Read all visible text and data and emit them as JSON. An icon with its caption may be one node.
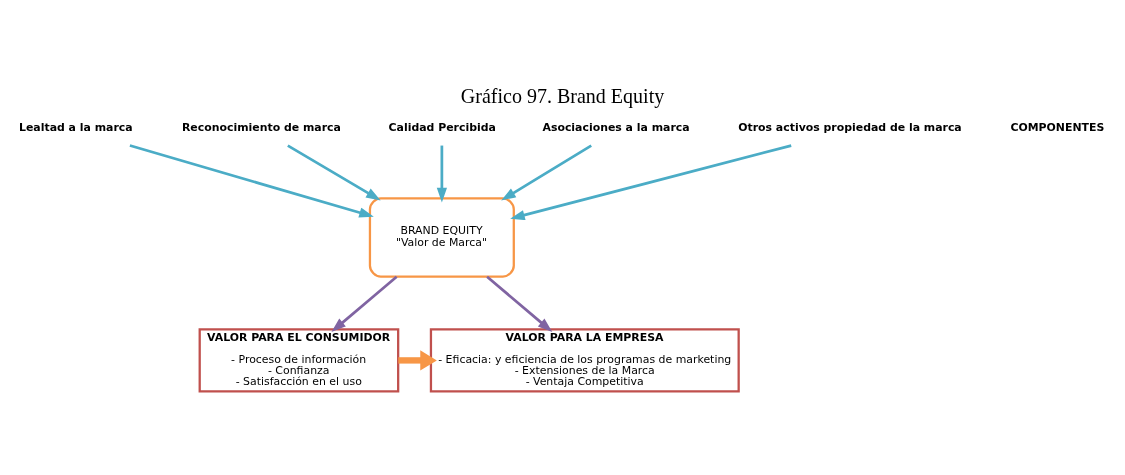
{
  "diagram": {
    "title": "Gráfico 97. Brand Equity",
    "nodes": [
      {
        "text": [
          "Lealtad a la marca"
        ]
      },
      {
        "text": [
          "Reconocimiento de marca"
        ]
      },
      {
        "text": [
          "Calidad Percibida"
        ]
      },
      {
        "text": [
          "Asociaciones a la marca"
        ]
      },
      {
        "text": [
          "Otros activos propiedad de la marca"
        ]
      },
      {
        "text": [
          "BRAND EQUITY",
          "\"Valor de Marca\""
        ]
      },
      {
        "text": [
          "VALOR PARA EL CONSUMIDOR",
          "- Proceso de información",
          "- Confianza",
          "- Satisfacción en el uso"
        ]
      },
      {
        "text": [
          "VALOR PARA LA EMPRESA",
          "- Eficacia: y eficiencia de los programas de marketing",
          "- Extensiones de la Marca",
          "- Ventaja Competitiva"
        ]
      }
    ],
    "edges": [
      {
        "from": 0,
        "to": 5,
        "arrow": "to"
      },
      {
        "from": 1,
        "to": 5,
        "arrow": "to"
      },
      {
        "from": 2,
        "to": 5,
        "arrow": "to"
      },
      {
        "from": 3,
        "to": 5,
        "arrow": "to"
      },
      {
        "from": 4,
        "to": 5,
        "arrow": "to"
      },
      {
        "from": 5,
        "to": 6,
        "arrow": "to",
        "color": "#8064a2"
      },
      {
        "from": 5,
        "to": 7,
        "arrow": "to",
        "color": "#8064a2"
      },
      {
        "from": 6,
        "to": 7,
        "arrow": "to",
        "style": "thick",
        "color": "#f79646"
      }
    ],
    "labels": [
      "COMPONENTES"
    ]
  }
}
